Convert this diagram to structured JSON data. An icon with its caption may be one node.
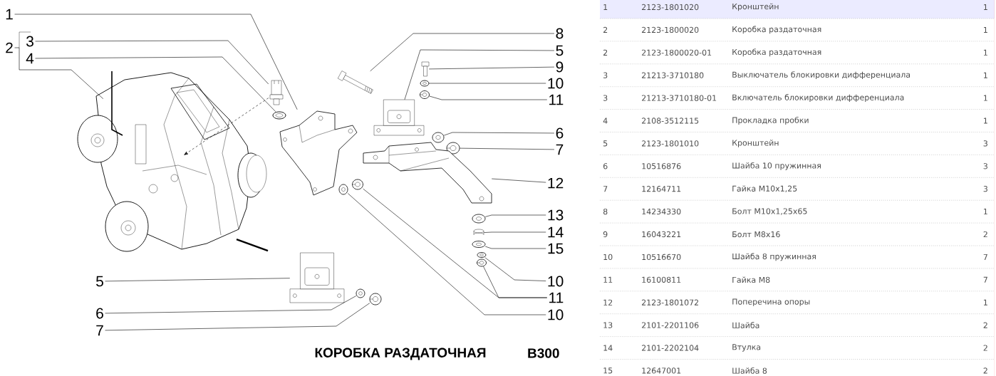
{
  "diagram": {
    "nodes": [
      {
        "text": [
          "1"
        ]
      },
      {
        "text": [
          "2"
        ]
      },
      {
        "text": [
          "3"
        ]
      },
      {
        "text": [
          "4"
        ]
      },
      {
        "text": [
          "5"
        ]
      },
      {
        "text": [
          "6"
        ]
      },
      {
        "text": [
          "7"
        ]
      },
      {
        "text": [
          "8"
        ]
      },
      {
        "text": [
          "5"
        ]
      },
      {
        "text": [
          "9"
        ]
      },
      {
        "text": [
          "10"
        ]
      },
      {
        "text": [
          "11"
        ]
      },
      {
        "text": [
          "6"
        ]
      },
      {
        "text": [
          "7"
        ]
      },
      {
        "text": [
          "12"
        ]
      },
      {
        "text": [
          "13"
        ]
      },
      {
        "text": [
          "14"
        ]
      },
      {
        "text": [
          "15"
        ]
      },
      {
        "text": [
          "10"
        ]
      },
      {
        "text": [
          "11"
        ]
      },
      {
        "text": [
          "10"
        ]
      },
      {
        "text": [],
        "shape": "picture"
      },
      {
        "text": [],
        "shape": "picture"
      },
      {
        "text": [],
        "shape": "picture"
      },
      {
        "text": [],
        "shape": "picture"
      },
      {
        "text": [],
        "shape": "picture"
      },
      {
        "text": [],
        "shape": "picture"
      },
      {
        "text": [],
        "shape": "picture"
      },
      {
        "text": [],
        "shape": "picture"
      },
      {
        "text": [],
        "shape": "picture"
      },
      {
        "text": [],
        "shape": "picture"
      },
      {
        "text": [],
        "shape": "picture"
      },
      {
        "text": [],
        "shape": "picture"
      },
      {
        "text": [],
        "shape": "picture"
      },
      {
        "text": [],
        "shape": "picture"
      },
      {
        "text": [],
        "shape": "picture"
      },
      {
        "text": [],
        "shape": "picture"
      },
      {
        "text": [],
        "shape": "picture"
      },
      {
        "text": [],
        "shape": "picture"
      },
      {
        "text": [],
        "shape": "picture"
      },
      {
        "text": [],
        "shape": "picture"
      },
      {
        "text": [],
        "shape": "picture"
      },
      {
        "text": [],
        "shape": "picture"
      }
    ],
    "edges": [
      {
        "from": 0,
        "to": 22,
        "arrow": "none"
      },
      {
        "from": 1,
        "to": 21,
        "arrow": "none"
      },
      {
        "from": 2,
        "to": 23,
        "arrow": "none"
      },
      {
        "from": 3,
        "to": 24,
        "arrow": "none"
      },
      {
        "from": 4,
        "to": 40,
        "arrow": "none"
      },
      {
        "from": 5,
        "to": 41,
        "arrow": "none"
      },
      {
        "from": 6,
        "to": 42,
        "arrow": "none"
      },
      {
        "from": 7,
        "to": 25,
        "arrow": "none"
      },
      {
        "from": 8,
        "to": 26,
        "arrow": "none"
      },
      {
        "from": 9,
        "to": 27,
        "arrow": "none"
      },
      {
        "from": 10,
        "to": 28,
        "arrow": "none"
      },
      {
        "from": 11,
        "to": 29,
        "arrow": "none"
      },
      {
        "from": 12,
        "to": 30,
        "arrow": "none"
      },
      {
        "from": 13,
        "to": 31,
        "arrow": "none"
      },
      {
        "from": 14,
        "to": 32,
        "arrow": "none"
      },
      {
        "from": 15,
        "to": 33,
        "arrow": "none"
      },
      {
        "from": 16,
        "to": 34,
        "arrow": "none"
      },
      {
        "from": 17,
        "to": 35,
        "arrow": "none"
      },
      {
        "from": 18,
        "to": 36,
        "arrow": "none"
      },
      {
        "from": 19,
        "to": 37,
        "arrow": "none"
      },
      {
        "from": 19,
        "to": 39,
        "arrow": "none"
      },
      {
        "from": 20,
        "to": 38,
        "arrow": "none"
      },
      {
        "from": 23,
        "to": 21,
        "arrow": "to",
        "style": "dashed"
      }
    ],
    "title": "КОРОБКА РАЗДАТОЧНАЯ",
    "labels": [
      "В300",
      "1",
      "2123-1801020",
      "Кронштейн",
      "1",
      "2",
      "2123-1800020",
      "Коробка раздаточная",
      "1",
      "2",
      "2123-1800020-01",
      "Коробка раздаточная",
      "1",
      "3",
      "21213-3710180",
      "Выключатель блокировки дифференциала",
      "1",
      "3",
      "21213-3710180-01",
      "Включатель блокировки дифференциала",
      "1",
      "4",
      "2108-3512115",
      "Прокладка пробки",
      "1",
      "5",
      "2123-1801010",
      "Кронштейн",
      "3",
      "6",
      "10516876",
      "Шайба 10 пружинная",
      "3",
      "7",
      "12164711",
      "Гайка М10x1,25",
      "3",
      "8",
      "14234330",
      "Болт М10x1,25x65",
      "1",
      "9",
      "16043221",
      "Болт М8x16",
      "2",
      "10",
      "10516670",
      "Шайба 8 пружинная",
      "7",
      "11",
      "16100811",
      "Гайка М8",
      "7",
      "12",
      "2123-1801072",
      "Поперечина опоры",
      "1",
      "13",
      "2101-2201106",
      "Шайба",
      "2",
      "14",
      "2101-2202104",
      "Втулка",
      "2",
      "15",
      "12647001",
      "Шайба 8",
      "2"
    ]
  }
}
